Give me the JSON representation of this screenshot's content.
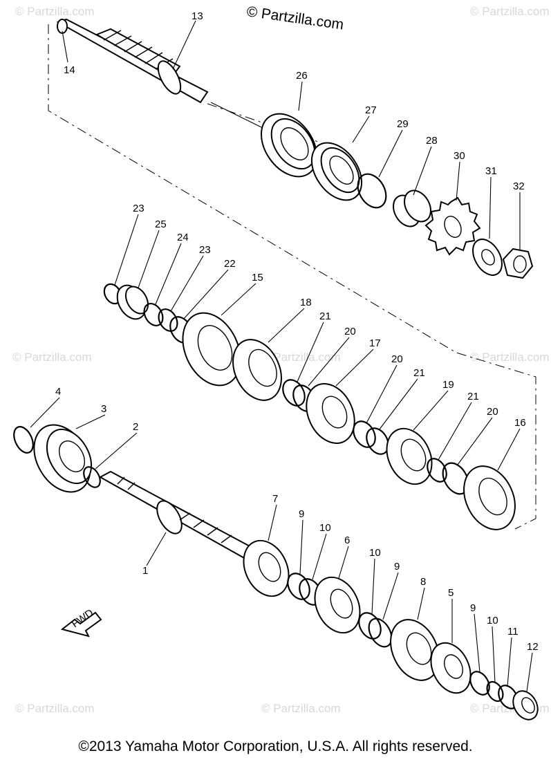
{
  "brand": "© Partzilla.com",
  "watermark": "© Partzilla.com",
  "fwd_label": "FWD",
  "copyright": "©2013  Yamaha Motor Corporation, U.S.A. All rights reserved.",
  "callouts": [
    "13",
    "14",
    "26",
    "27",
    "29",
    "28",
    "30",
    "31",
    "32",
    "23",
    "25",
    "24",
    "23",
    "22",
    "15",
    "18",
    "21",
    "20",
    "17",
    "20",
    "21",
    "19",
    "21",
    "20",
    "16",
    "4",
    "3",
    "2",
    "7",
    "9",
    "10",
    "6",
    "1",
    "10",
    "9",
    "8",
    "5",
    "9",
    "10",
    "11",
    "12"
  ]
}
